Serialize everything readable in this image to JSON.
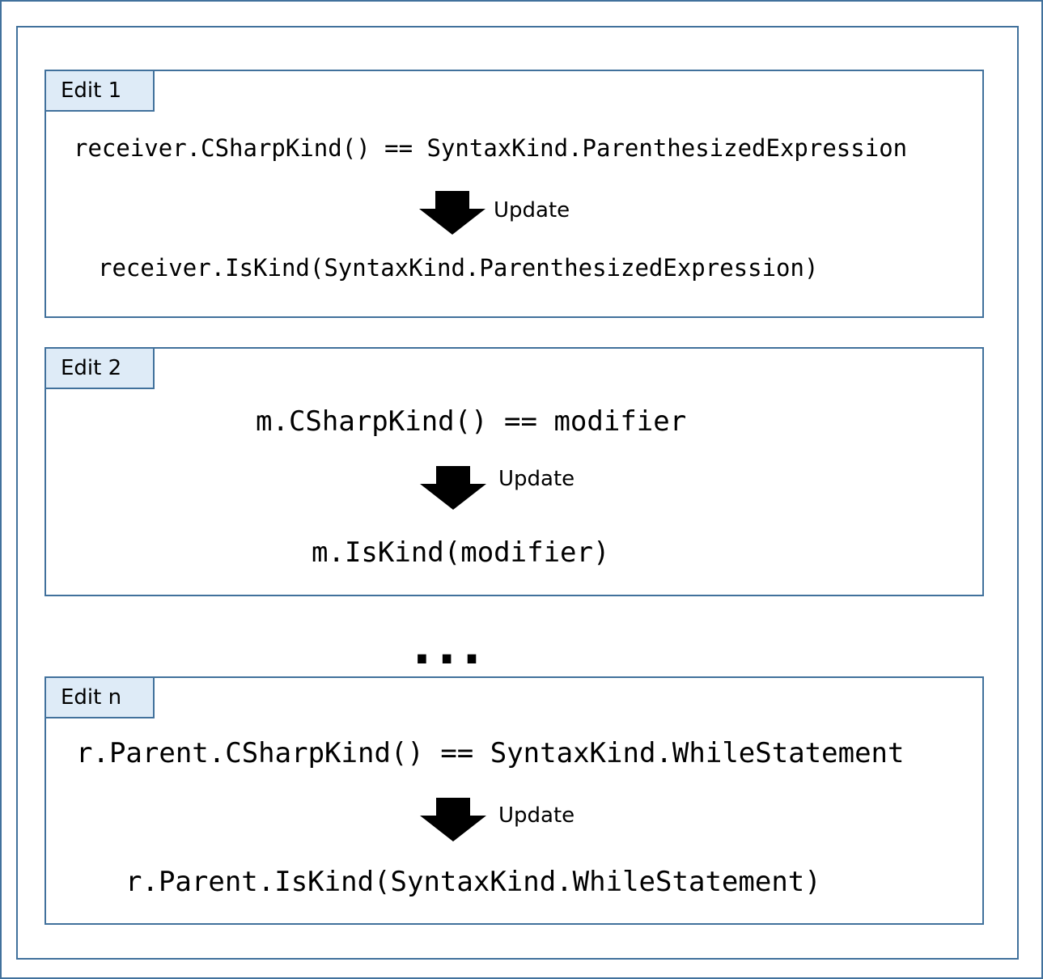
{
  "edits": [
    {
      "label": "Edit 1",
      "before": "receiver.CSharpKind() == SyntaxKind.ParenthesizedExpression",
      "update": "Update",
      "after": "receiver.IsKind(SyntaxKind.ParenthesizedExpression)"
    },
    {
      "label": "Edit 2",
      "before": "m.CSharpKind() == modifier",
      "update": "Update",
      "after": "m.IsKind(modifier)"
    },
    {
      "label": "Edit n",
      "before": "r.Parent.CSharpKind() == SyntaxKind.WhileStatement",
      "update": "Update",
      "after": "r.Parent.IsKind(SyntaxKind.WhileStatement)"
    }
  ],
  "ellipsis": "...",
  "colors": {
    "border": "#41719c",
    "label_fill": "#deebf7",
    "arrow": "#000000"
  }
}
